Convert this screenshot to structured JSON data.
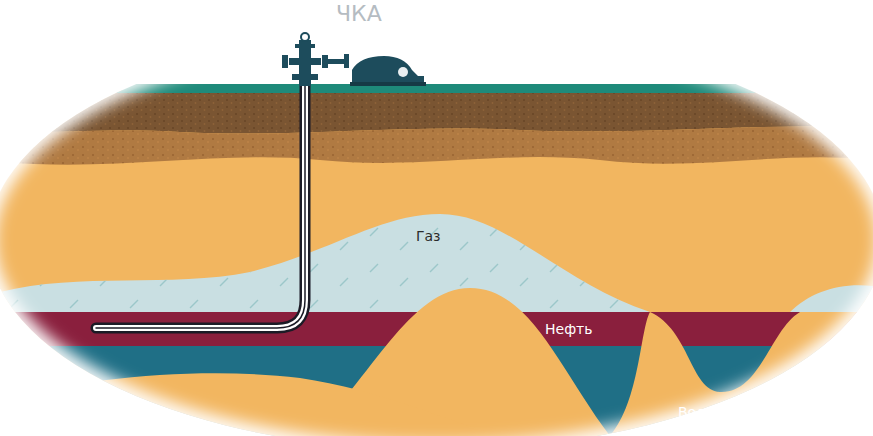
{
  "diagram": {
    "labels": [
      "ЧКА",
      "Газ",
      "Нефть",
      "Вода"
    ]
  }
}
